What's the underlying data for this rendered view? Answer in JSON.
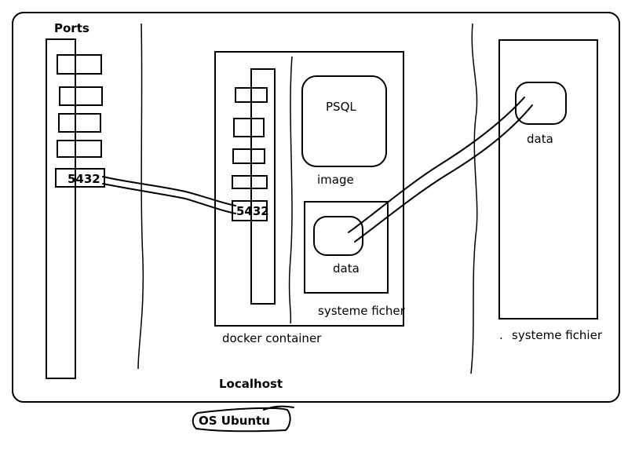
{
  "localhost": {
    "label": "Localhost"
  },
  "ports": {
    "label": "Ports",
    "host_port": "5432"
  },
  "docker": {
    "label": "docker container",
    "container_port": "5432",
    "image_name": "PSQL",
    "image_label": "image",
    "data_label": "data",
    "fs_label": "systeme ficher"
  },
  "host_fs": {
    "data_label": "data",
    "fs_label": "systeme fichier",
    "dot": "."
  },
  "os": {
    "label": "OS Ubuntu"
  }
}
